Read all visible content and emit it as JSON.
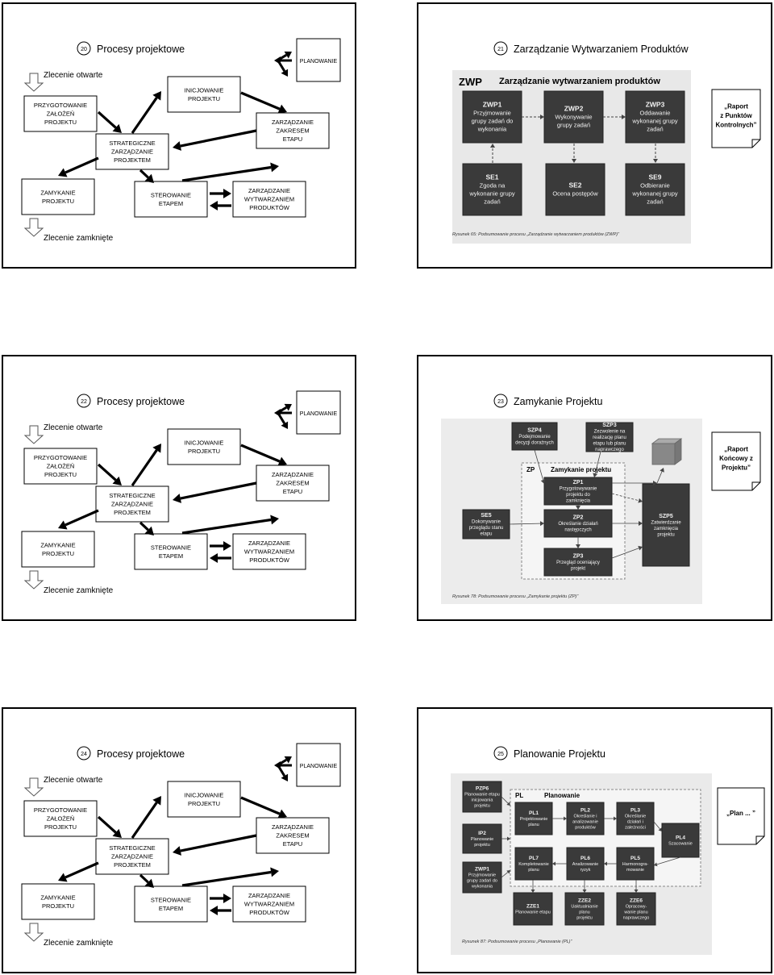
{
  "process_label": "Procesy projektowe",
  "process_nodes": {
    "planowanie": "PLANOWANIE",
    "przygotowanie": [
      "PRZYGOTOWANIE",
      "ZAŁOŻEŃ",
      "PROJEKTU"
    ],
    "inicjowanie": [
      "INICJOWANIE",
      "PROJEKTU"
    ],
    "strategiczne": [
      "STRATEGICZNE",
      "ZARZĄDZANIE",
      "PROJEKTEM"
    ],
    "zarz_zakresem": [
      "ZARZĄDZANIE",
      "ZAKRESEM",
      "ETAPU"
    ],
    "zamykanie": [
      "ZAMYKANIE",
      "PROJEKTU"
    ],
    "sterowanie": [
      "STEROWANIE",
      "ETAPEM"
    ],
    "zarz_wytw": [
      "ZARZĄDZANIE",
      "WYTWARZANIEM",
      "PRODUKTÓW"
    ]
  },
  "zlecenie_otwarte": "Zlecenie otwarte",
  "zlecenie_zamkniete": "Zlecenie zamknięte",
  "slides": [
    {
      "number": "20",
      "title": "Procesy projektowe"
    },
    {
      "number": "21",
      "title": "Zarządzanie Wytwarzaniem Produktów"
    },
    {
      "number": "22",
      "title": "Procesy projektowe"
    },
    {
      "number": "23",
      "title": "Zamykanie Projektu"
    },
    {
      "number": "24",
      "title": "Procesy projektowe"
    },
    {
      "number": "25",
      "title": "Planowanie Projektu"
    }
  ],
  "zwp": {
    "code": "ZWP",
    "header": "Zarządzanie wytwarzaniem produktów",
    "boxes": [
      {
        "code": "ZWP1",
        "lines": [
          "Przyjmowanie",
          "grupy zadań do",
          "wykonania"
        ]
      },
      {
        "code": "ZWP2",
        "lines": [
          "Wykonywanie",
          "grupy zadań"
        ]
      },
      {
        "code": "ZWP3",
        "lines": [
          "Oddawanie",
          "wykonanej grupy",
          "zadań"
        ]
      },
      {
        "code": "SE1",
        "lines": [
          "Zgoda na",
          "wykonanie grupy",
          "zadań"
        ]
      },
      {
        "code": "SE2",
        "lines": [
          "Ocena postępów"
        ]
      },
      {
        "code": "SE9",
        "lines": [
          "Odbieranie",
          "wykonanej grupy",
          "zadań"
        ]
      }
    ],
    "caption": "Rysunek 65: Podsumowanie procesu „Zarządzanie wytwarzaniem produktów (ZWP)”",
    "note": [
      "„Raport",
      "z Punktów",
      "Kontrolnych”"
    ]
  },
  "zp": {
    "code": "ZP",
    "header": "Zamykanie projektu",
    "boxes": [
      {
        "code": "SZP4",
        "lines": [
          "Podejmowanie",
          "decyzji doraźnych"
        ]
      },
      {
        "code": "SZP3",
        "lines": [
          "Zezwolenie na",
          "realizację planu",
          "etapu lub planu",
          "naprawczego"
        ]
      },
      {
        "code": "ZP1",
        "lines": [
          "Przygotowywanie",
          "projektu do",
          "zamknięcia"
        ]
      },
      {
        "code": "ZP2",
        "lines": [
          "Określanie działań",
          "następczych"
        ]
      },
      {
        "code": "ZP3",
        "lines": [
          "Przegląd oceniający",
          "projekt"
        ]
      },
      {
        "code": "SE5",
        "lines": [
          "Dokonywanie",
          "przeglądu stanu",
          "etapu"
        ]
      },
      {
        "code": "SZP5",
        "lines": [
          "Zatwierdzanie",
          "zamknięcia",
          "projektu"
        ]
      }
    ],
    "caption": "Rysunek 78: Podsumowanie procesu „Zamykanie projektu (ZP)”",
    "note": [
      "„Raport",
      "Końcowy z",
      "Projektu”"
    ]
  },
  "pl": {
    "code": "PL",
    "header": "Planowanie",
    "boxes": [
      {
        "code": "PZP6",
        "lines": [
          "Planowanie etapu",
          "inicjowania",
          "projektu"
        ]
      },
      {
        "code": "IP2",
        "lines": [
          "Planowanie",
          "projektu"
        ]
      },
      {
        "code": "ZWP1",
        "lines": [
          "Przyjmowanie",
          "grupy zadań do",
          "wykonania"
        ]
      },
      {
        "code": "PL1",
        "lines": [
          "Projektowanie",
          "planu"
        ]
      },
      {
        "code": "PL2",
        "lines": [
          "Określanie i",
          "analizowanie",
          "produktów"
        ]
      },
      {
        "code": "PL3",
        "lines": [
          "Określanie",
          "działań i",
          "zależności"
        ]
      },
      {
        "code": "PL4",
        "lines": [
          "Szacowanie"
        ]
      },
      {
        "code": "PL7",
        "lines": [
          "Kompletowanie",
          "planu"
        ]
      },
      {
        "code": "PL6",
        "lines": [
          "Analizowanie",
          "ryzyk"
        ]
      },
      {
        "code": "PL5",
        "lines": [
          "Harmonogra-",
          "mowanie"
        ]
      },
      {
        "code": "ZZE1",
        "lines": [
          "Planowanie etapu"
        ]
      },
      {
        "code": "ZZE2",
        "lines": [
          "Uaktualnianie",
          "planu",
          "projektu"
        ]
      },
      {
        "code": "ZZE6",
        "lines": [
          "Opracowy-",
          "wanie planu",
          "naprawczego"
        ]
      }
    ],
    "caption": "Rysunek 87: Podsumowanie procesu „Planowanie (PL)”",
    "note": [
      "„Plan ... ”"
    ]
  }
}
